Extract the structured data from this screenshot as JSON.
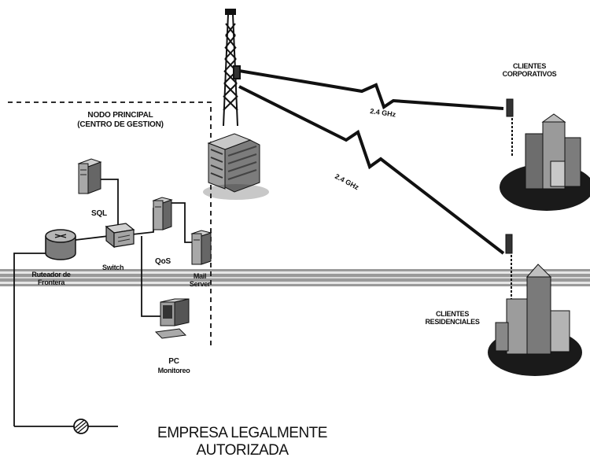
{
  "nodo_principal": {
    "line1": "NODO PRINCIPAL",
    "line2": "(CENTRO DE GESTION)"
  },
  "devices": {
    "sql": "SQL",
    "switch": "Switch",
    "qos": "QoS",
    "router_line1": "Ruteador de",
    "router_line2": "Frontera",
    "mail_line1": "Mail",
    "mail_line2": "Server",
    "pc_line1": "PC",
    "pc_line2": "Monitoreo"
  },
  "links": {
    "corporate_freq": "2.4 GHz",
    "residential_freq": "2.4 GHz"
  },
  "clientes_corporativos": {
    "line1": "CLIENTES",
    "line2": "CORPORATIVOS"
  },
  "clientes_residenciales": {
    "line1": "CLIENTES",
    "line2": "RESIDENCIALES"
  },
  "empresa": {
    "line1": "EMPRESA LEGALMENTE",
    "line2": "AUTORIZADA"
  }
}
